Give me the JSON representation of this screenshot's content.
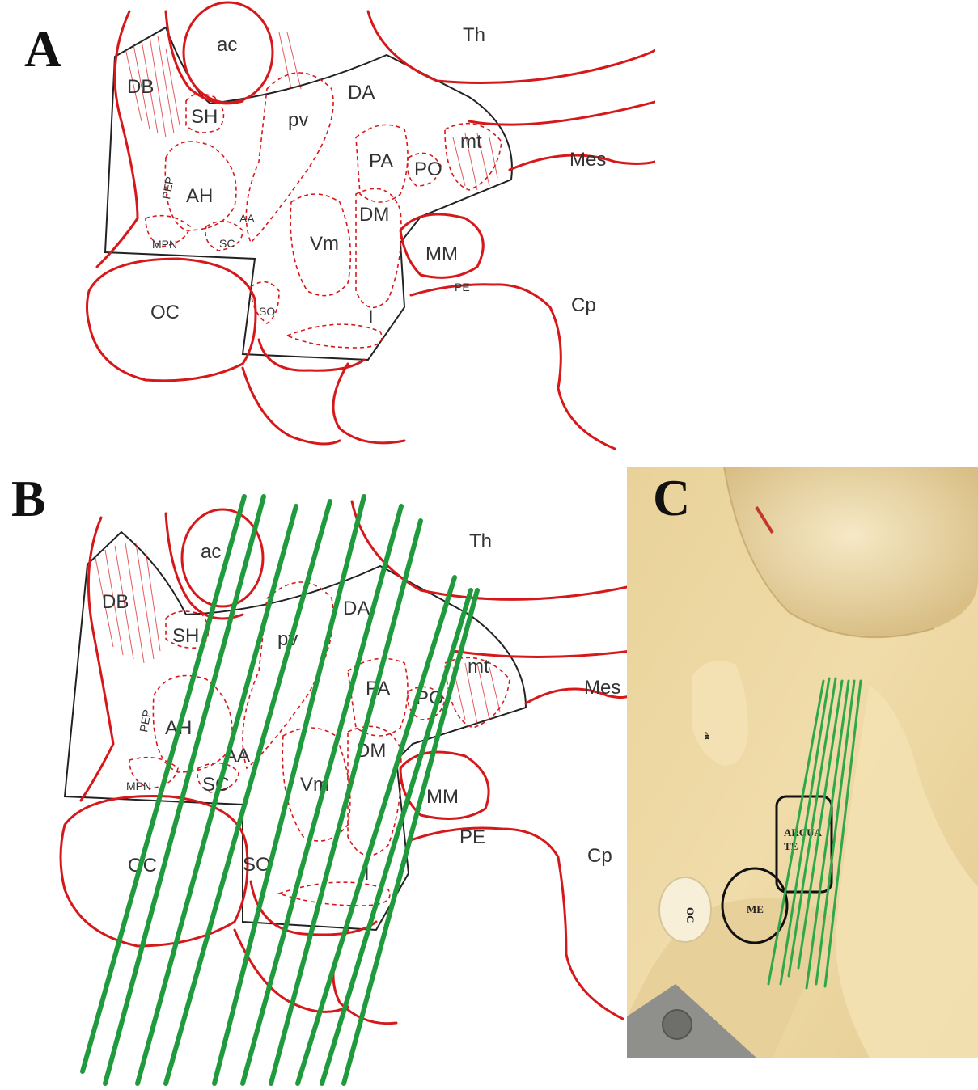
{
  "panels": [
    {
      "id": "A",
      "label": "A"
    },
    {
      "id": "B",
      "label": "B"
    },
    {
      "id": "C",
      "label": "C"
    }
  ],
  "regions": {
    "ac": "ac",
    "Th": "Th",
    "DB": "DB",
    "SH": "SH",
    "pv": "pv",
    "DA": "DA",
    "mt": "mt",
    "PA": "PA",
    "PO": "PO",
    "Mes": "Mes",
    "PEP": "PEP",
    "AH": "AH",
    "AA": "AA",
    "DM": "DM",
    "MPN": "MPN",
    "SC": "SC",
    "Vm": "Vm",
    "MM": "MM",
    "PE": "PE",
    "OC": "OC",
    "SO": "SO",
    "I": "I",
    "Cp": "Cp"
  },
  "photo_labels": {
    "ac": "ac",
    "oc": "OC",
    "me": "ME",
    "arcuate_line1": "ARCUA",
    "arcuate_line2": "TE"
  },
  "colors": {
    "outline": "#d7181b",
    "boundary": "#222222",
    "cut_lines": "#1f9a3c",
    "tissue": "#efd9a4"
  }
}
